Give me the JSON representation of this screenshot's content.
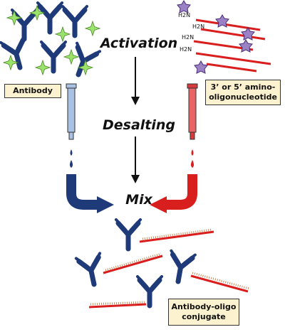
{
  "stages": {
    "activation": "Activation",
    "desalting": "Desalting",
    "mix": "Mix"
  },
  "labels": {
    "antibody": "Antibody",
    "oligo_line1": "3’ or 5’ amino-",
    "oligo_line2": "oligonucleotide",
    "conjugate_line1": "Antibody-oligo",
    "conjugate_line2": "conjugate",
    "amine_group": "H2N"
  },
  "colors": {
    "antibody_blue": "#1f3a78",
    "oligo_red": "#d91e1e",
    "star_green": "#9be36b",
    "star_purple": "#7a5aa6",
    "column_blue": "#a9c1e2",
    "column_red": "#d83a3a",
    "arrow_blue": "#1f3a78",
    "arrow_red": "#d91e1e",
    "label_fill": "#fdf2cf"
  }
}
